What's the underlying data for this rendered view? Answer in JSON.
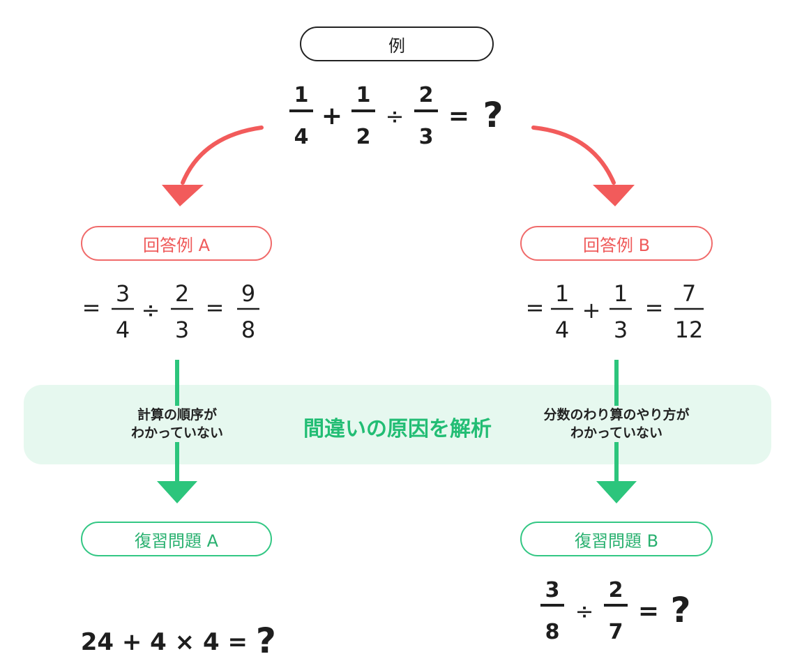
{
  "header": {
    "label": "例"
  },
  "example": {
    "f1": {
      "num": "1",
      "den": "4"
    },
    "op1": "+",
    "f2": {
      "num": "1",
      "den": "2"
    },
    "op2": "÷",
    "f3": {
      "num": "2",
      "den": "3"
    },
    "eq": "=",
    "ans": "?"
  },
  "answer_a": {
    "label": "回答例 A",
    "eq1": "=",
    "f1": {
      "num": "3",
      "den": "4"
    },
    "op": "÷",
    "f2": {
      "num": "2",
      "den": "3"
    },
    "eq2": "=",
    "f3": {
      "num": "9",
      "den": "8"
    }
  },
  "answer_b": {
    "label": "回答例 B",
    "eq1": "=",
    "f1": {
      "num": "1",
      "den": "4"
    },
    "op": "+",
    "f2": {
      "num": "1",
      "den": "3"
    },
    "eq2": "=",
    "f3": {
      "num": "7",
      "den": "12"
    }
  },
  "analysis": {
    "title": "間違いの原因を解析",
    "cause_a_line1": "計算の順序が",
    "cause_a_line2": "わかっていない",
    "cause_b_line1": "分数のわり算のやり方が",
    "cause_b_line2": "わかっていない"
  },
  "review_a": {
    "label": "復習問題 A",
    "expr": "24 + 4 × 4 = ",
    "ans": "?"
  },
  "review_b": {
    "label": "復習問題 B",
    "f1": {
      "num": "3",
      "den": "8"
    },
    "op": "÷",
    "f2": {
      "num": "2",
      "den": "7"
    },
    "eq": "=",
    "ans": "?"
  },
  "colors": {
    "red": "#f25b5b",
    "green": "#2cc57c",
    "band": "#e6f8ef"
  }
}
